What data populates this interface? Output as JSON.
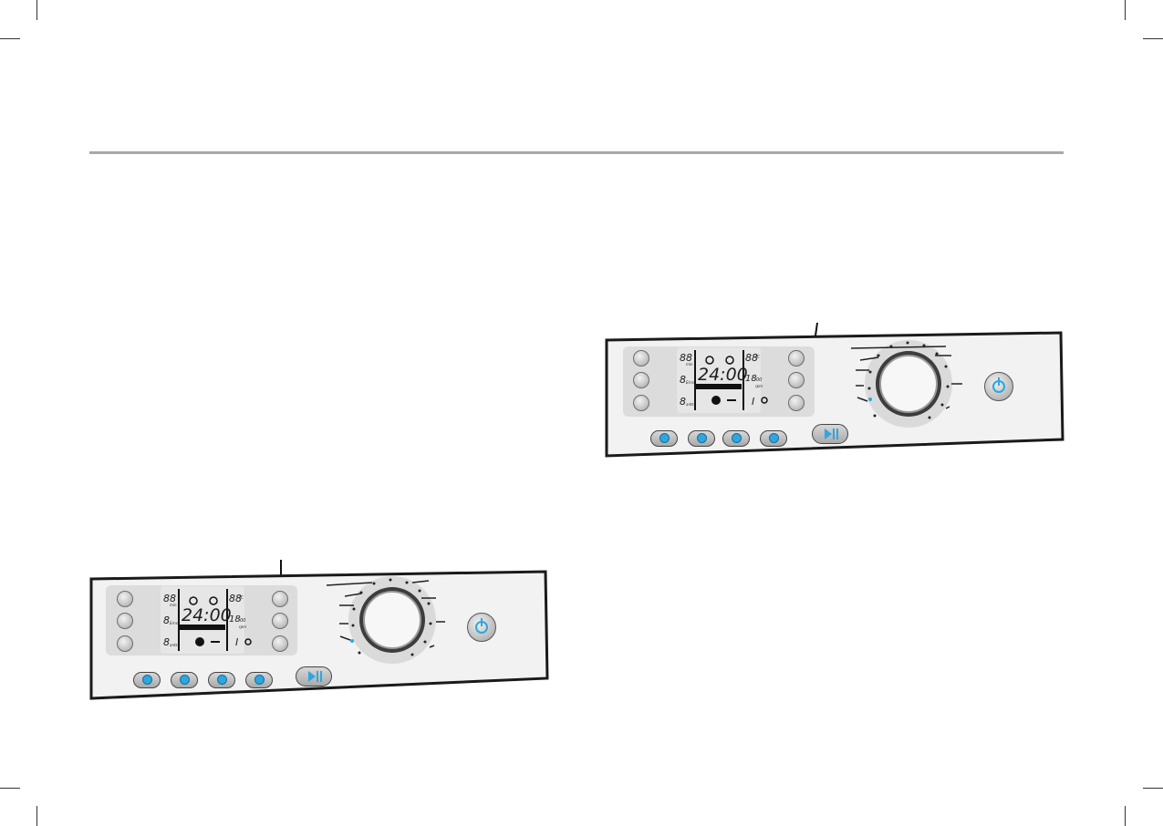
{
  "panels": [
    {
      "display": {
        "top_left": "88",
        "top_left_unit": "min",
        "mid_left": "8",
        "mid_left_unit": "Erns",
        "bot_left": "8",
        "bot_left_unit": "ants",
        "main_time": "24:00",
        "top_right": "88",
        "top_right_unit": "°C",
        "mid_right": "18",
        "mid_right_small": "00",
        "mid_right_unit": "rpm",
        "bot_right": "I"
      }
    },
    {
      "display": {
        "top_left": "88",
        "top_left_unit": "min",
        "mid_left": "8",
        "mid_left_unit": "Erns",
        "bot_left": "8",
        "bot_left_unit": "ants",
        "main_time": "24:00",
        "top_right": "88",
        "top_right_unit": "°C",
        "mid_right": "18",
        "mid_right_small": "00",
        "mid_right_unit": "rpm",
        "bot_right": "I"
      }
    }
  ],
  "colors": {
    "accent": "#2fa6df",
    "rule": "#a8a8a8"
  }
}
